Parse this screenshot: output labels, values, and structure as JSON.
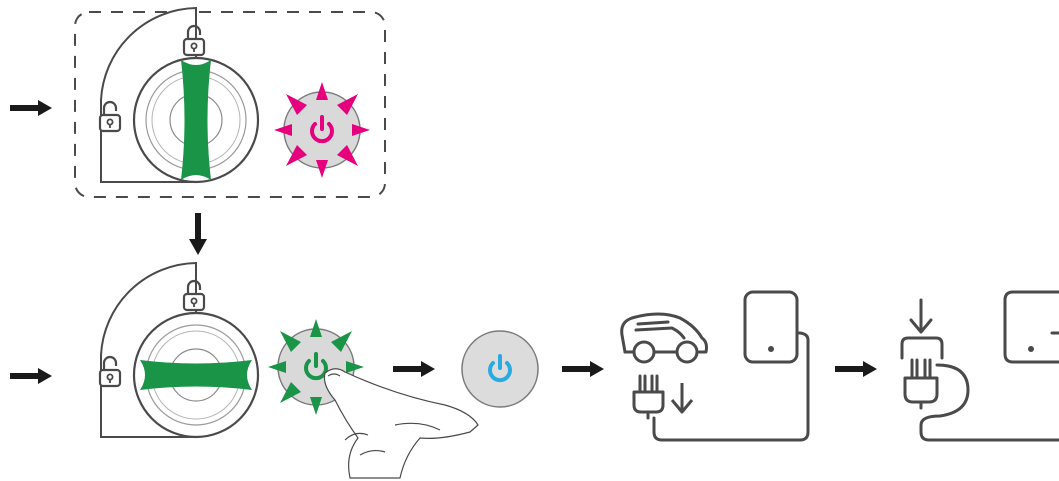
{
  "diagram": {
    "colors": {
      "outline": "#4a4a4a",
      "arrow": "#1a1a1a",
      "key_green": "#1a9447",
      "power_magenta": "#e6007e",
      "power_green": "#1a9447",
      "power_blue": "#29abe2",
      "button_face": "#d9d9d9"
    },
    "icons": [
      "arrow-right-icon",
      "key-switch-icon",
      "padlock-unlocked-icon",
      "power-button-icon",
      "finger-press-icon",
      "car-icon",
      "plug-icon",
      "wallbox-icon",
      "arrow-down-icon"
    ],
    "steps": [
      {
        "name": "key-vertical-and-power-blinking-magenta",
        "power_state": "blinking-magenta"
      },
      {
        "name": "key-horizontal-and-press-power-green",
        "power_state": "blinking-green"
      },
      {
        "name": "power-steady-blue",
        "power_state": "steady-blue"
      },
      {
        "name": "plug-into-car",
        "power_state": ""
      },
      {
        "name": "plug-into-holder",
        "power_state": ""
      }
    ]
  }
}
